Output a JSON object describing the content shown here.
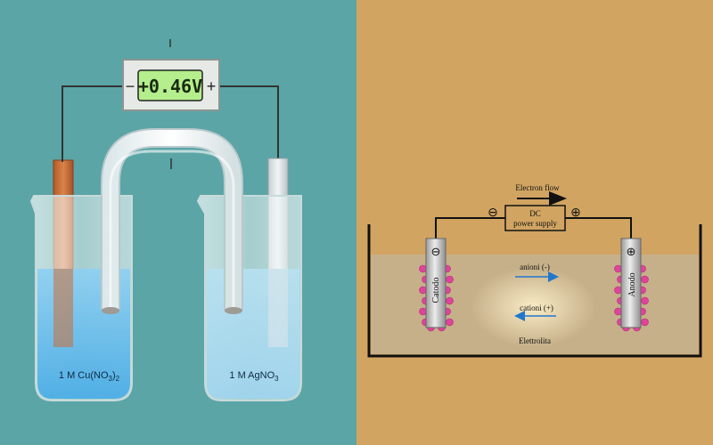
{
  "galvanic_cell": {
    "voltmeter_reading": "+0.46V",
    "minus_sign": "−",
    "plus_sign": "+",
    "left_solution_main": "1 M Cu(NO",
    "left_solution_sub1": "3",
    "left_solution_close": ")",
    "left_solution_sub2": "2",
    "right_solution_main": "1 M AgNO",
    "right_solution_sub": "3",
    "background_color": "#5ba5a6",
    "copper_color": "#c8703a",
    "solution_color": "#5fb8e8"
  },
  "electrolysis": {
    "electron_flow": "Electron flow",
    "power_line1": "DC",
    "power_line2": "power supply",
    "minus_symbol": "⊖",
    "plus_symbol": "⊕",
    "cathode_label": "Catodo",
    "anode_label": "Anodo",
    "anions_label": "anioni (-)",
    "cations_label": "cationi (+)",
    "electrolyte_label": "Elettrolita",
    "background_color": "#d1a462",
    "arrow_color": "#2277cc",
    "ion_color": "#e0449a"
  }
}
